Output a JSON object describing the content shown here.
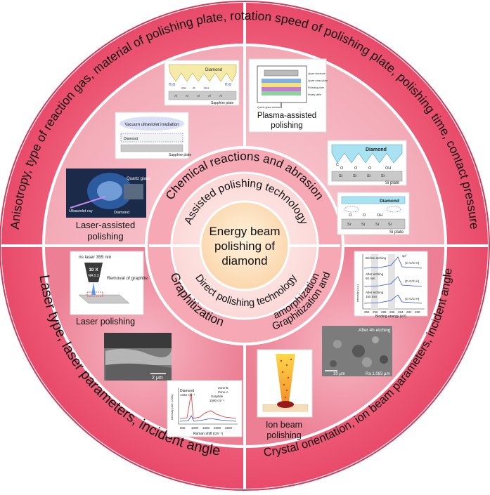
{
  "center": {
    "line1": "Energy beam",
    "line2": "polishing of",
    "line3": "diamond"
  },
  "inner_ring": {
    "top": "Assisted polishing technology",
    "bottom": "Direct polishing technology"
  },
  "middle_ring": {
    "top": "Chemical reactions and abrasion",
    "bottom_left": "Graphitization",
    "bottom_right_line1": "Graphitization and",
    "bottom_right_line2": "amorphization"
  },
  "outer_ring": {
    "top": "Anisotropy, type of reaction gas, material of  polishing plate, rotation speed of polishing plate, polishing time, contact pressure",
    "bottom_left": "Laser type, laser parameters, incident angle",
    "bottom_right": "Crystal orientation, ion beam parameters, incident angle"
  },
  "panels": {
    "plasma": {
      "caption1": "Plasma-assisted",
      "caption2": "polishing",
      "labels": [
        "Upper electrode",
        "Upper rotary plate",
        "Polishing plate",
        "Rotary table",
        "Quartz glass window"
      ]
    },
    "sapphire_uv": {
      "diamond": "Diamond",
      "plate": "Sapphire plate",
      "h2o": "H₂O",
      "al": "Al",
      "o": "O",
      "oh": "OH"
    },
    "sapphire_vuv": {
      "label": "Vacuum ultraviolet irradiation",
      "diamond": "Diamond",
      "plate": "Sapphire plate"
    },
    "si_plate_1": {
      "diamond": "Diamond",
      "plate": "Si plate",
      "si": "Si",
      "o": "O",
      "oh": "OH",
      "c": "C"
    },
    "si_plate_2": {
      "diamond": "Diamond",
      "plate": "Si plate",
      "si": "Si",
      "o": "O",
      "oh": "OH"
    },
    "laser_assisted": {
      "caption": "Laser-assisted",
      "caption2": "polishing",
      "quartz": "Quartz glass",
      "uv": "Ultraviolet ray",
      "diamond": "Diamond"
    },
    "laser_polishing": {
      "caption": "Laser polishing",
      "laser": "ns laser 355 nm",
      "lens_1": "10 X",
      "lens_2": "NA 0.3",
      "removal": "Removal of graphite"
    },
    "sem_left": {
      "scale": "2 μm"
    },
    "raman": {
      "diamond": "Diamond",
      "diamond_peak": "1332 cm⁻¹",
      "graphite": "Graphite",
      "graphite_peak": "1590 cm⁻¹",
      "zone_b": "Zone-B",
      "zone_a": "Zone-A",
      "ylabel": "Intensity (Arb. Units)",
      "xlabel": "Raman shift (cm⁻¹)",
      "ticks": [
        "500",
        "1000",
        "1500",
        "2000",
        "2500"
      ]
    },
    "xps": {
      "before": "Before etching",
      "after60": "After etching",
      "after60b": "60 min",
      "after150": "After etching",
      "after150b": "150 min",
      "xlabel": "Binding energy (eV)",
      "ylabel": "Intensity (a.u.)",
      "peak1": "sp³",
      "peak2": "(C-C/C-H)",
      "ticks": [
        "292",
        "290",
        "288",
        "286",
        "284",
        "282",
        "280"
      ]
    },
    "sem_right": {
      "title": "After 4h etching",
      "scale": "10 μm",
      "ra": "Ra 1.083 μm"
    },
    "ion_beam": {
      "caption1": "Ion beam",
      "caption2": "polishing"
    }
  }
}
